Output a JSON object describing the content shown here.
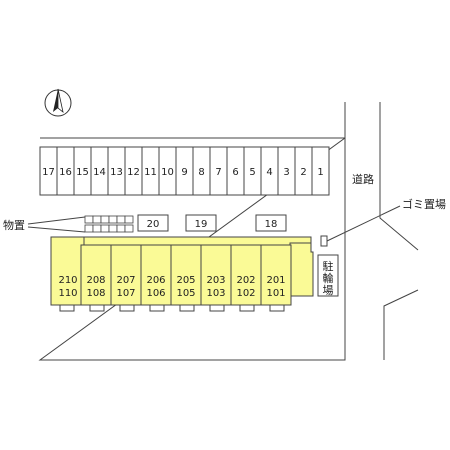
{
  "site_plan": {
    "parking_spaces": [
      "17",
      "16",
      "15",
      "14",
      "13",
      "12",
      "11",
      "10",
      "9",
      "8",
      "7",
      "6",
      "5",
      "4",
      "3",
      "2",
      "1"
    ],
    "extra_parking": [
      "20",
      "19",
      "18"
    ],
    "units": [
      {
        "upper": "210",
        "lower": "110"
      },
      {
        "upper": "208",
        "lower": "108"
      },
      {
        "upper": "207",
        "lower": "107"
      },
      {
        "upper": "206",
        "lower": "106"
      },
      {
        "upper": "205",
        "lower": "105"
      },
      {
        "upper": "203",
        "lower": "103"
      },
      {
        "upper": "202",
        "lower": "102"
      },
      {
        "upper": "201",
        "lower": "101"
      }
    ],
    "labels": {
      "road": "道路",
      "storage": "物置",
      "garbage": "ゴミ置場",
      "bicycle": "駐輪場"
    },
    "colors": {
      "building_fill": "#fafa96",
      "line": "#444444"
    },
    "icons": [
      "north-arrow-icon"
    ]
  }
}
